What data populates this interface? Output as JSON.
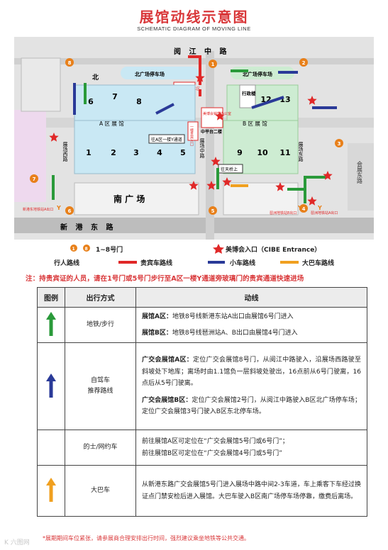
{
  "title": "展馆动线示意图",
  "subtitle": "SCHEMATIC DIAGRAM OF MOVING LINE",
  "map": {
    "roads": {
      "north": "阅 江 中 路",
      "south": "新 港 东 路",
      "west": "展场西路",
      "east": "展场东路",
      "middle": "展场中路",
      "far_east": "会展东路"
    },
    "north_label": "北",
    "south_plaza": "南 广 场",
    "zone_a": "A 区   展   馆",
    "zone_b": "B 区   展   馆",
    "halls_top_a": [
      "6",
      "7",
      "8"
    ],
    "halls_bottom_a": [
      "1",
      "2",
      "3",
      "4",
      "5"
    ],
    "halls_top_b": [
      "12",
      "13"
    ],
    "halls_bottom_b": [
      "9",
      "10",
      "11"
    ],
    "admin_building": "行政楼",
    "north_parking_a": "北广场停车场",
    "north_parking_b": "北广场停车场",
    "vip_area": "贵宾车辆停车区",
    "cibe_office": "美博会销售办公室",
    "platform": "中平台二楼",
    "a_entrance_box": "往A区一楼Y通道",
    "b_entrance_box": "往天桥上",
    "one_floor_note": "一楼贵宾入口",
    "metro_left": "新港东地铁站A出口",
    "metro_right_b": "琶洲地铁站B出口",
    "metro_right_a": "琶洲地铁站A出口",
    "parking_side": "停车场入口",
    "gates": [
      "1",
      "2",
      "3",
      "4",
      "5",
      "6",
      "7",
      "8"
    ],
    "y_mark": "Y"
  },
  "legend": {
    "gates": "1~8号门",
    "cibe_entrance": "美博会入口（CIBE Entrance）",
    "walk": "行人路线",
    "vip": "贵宾车路线",
    "car": "小车路线",
    "bus": "大巴车路线",
    "gate_start": "1",
    "gate_end": "8"
  },
  "note": "注：持贵宾证的人员，请在1号门或5号门步行至A区一楼Y通道旁玻璃门的贵宾通道快速进场",
  "table": {
    "header": {
      "icon": "图例",
      "mode": "出行方式",
      "route": "动线"
    },
    "rows": [
      {
        "mode": "地铁/步行",
        "paragraphs": [
          {
            "lead": "展馆A区：",
            "text": "地铁8号线新港东站A出口由展馆6号门进入"
          },
          {
            "lead": "展馆B区：",
            "text": "地铁8号线琶洲站A、B出口由展馆4号门进入"
          }
        ]
      },
      {
        "mode_line1": "自驾车",
        "mode_line2": "推荐路线",
        "paragraphs": [
          {
            "lead": "广交会展馆A区：",
            "text": "定位广交会展馆8号门，从阅江中路驶入，沿展场西路驶至斜坡处下地库；离场时由1.1馆负一层斜坡处驶出，16点前从6号门驶离，16点后从5号门驶离。"
          },
          {
            "lead": "广交会展馆B区：",
            "text": "定位广交会展馆2号门，从阅江中路驶入B区北广场停车场；定位广交会展馆3号门驶入B区东北停车场。"
          }
        ]
      },
      {
        "mode": "的士/网约车",
        "paragraphs": [
          {
            "lead": "",
            "text": "前往展馆A区可定位在“广交会展馆5号门或6号门”；"
          },
          {
            "lead": "",
            "text": "前往展馆B区可定位在“广交会展馆4号门或5号门”"
          }
        ]
      },
      {
        "mode": "大巴车",
        "paragraphs": [
          {
            "lead": "",
            "text": "从新港东路广交会展馆5号门进入展场中路中间2-3车道，车上乘客下车经过换证点门禁安检后进入展馆。大巴车驶入B区南广场停车场停靠，缴费后离场。"
          }
        ]
      }
    ]
  },
  "footer": "*展期期间车位紧张，请参展商合理安排出行时间，强烈建议乘坐地铁等公共交通。",
  "watermark": "K 六图网",
  "colors": {
    "title_red": "#d9383a",
    "walk_green": "#2a9a3a",
    "vip_red": "#e02828",
    "car_blue": "#2a3a98",
    "bus_orange": "#f0a020",
    "hall_blue": "#c9e8f4",
    "hall_green": "#cdecd2",
    "gate_orange": "#e8801a"
  }
}
